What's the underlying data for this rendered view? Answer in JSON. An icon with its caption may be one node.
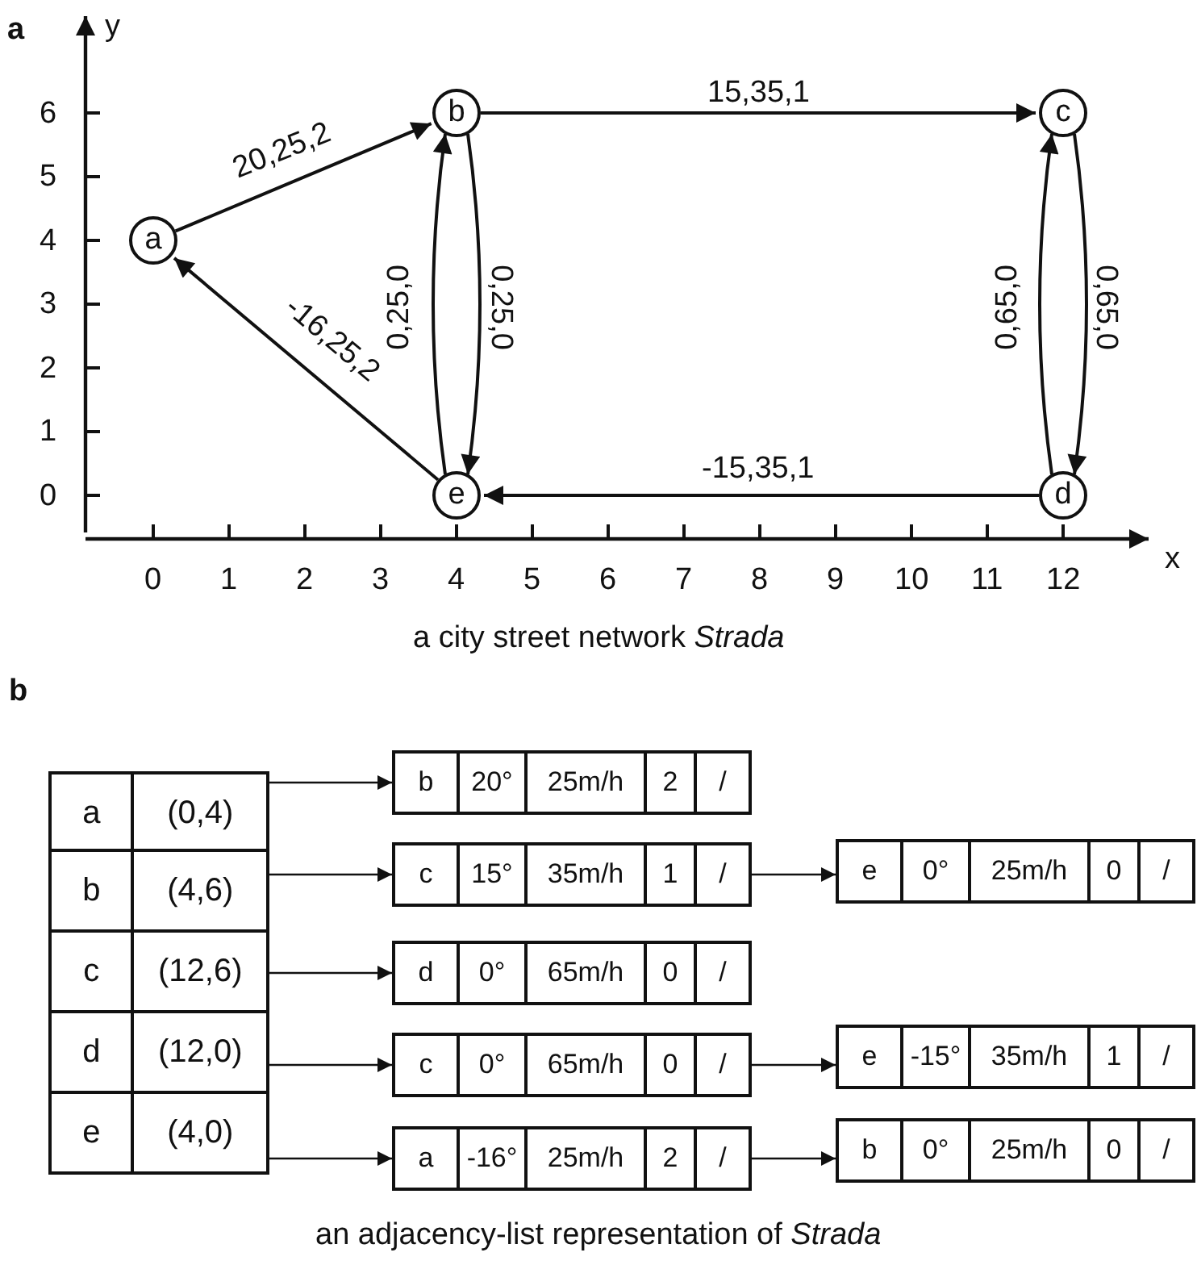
{
  "diagram": {
    "caption": "an adjacency-list representation of *Strada*",
    "nodes": [
      {
        "text": [
          "a"
        ]
      },
      {
        "text": [
          "b"
        ]
      },
      {
        "text": [
          "c"
        ]
      },
      {
        "text": [
          "d"
        ]
      },
      {
        "text": [
          "e"
        ]
      },
      {
        "text": [
          "a",
          "(0,4)"
        ]
      },
      {
        "text": [
          "b",
          "(4,6)"
        ]
      },
      {
        "text": [
          "c",
          "(12,6)"
        ]
      },
      {
        "text": [
          "d",
          "(12,0)"
        ]
      },
      {
        "text": [
          "e",
          "(4,0)"
        ]
      },
      {
        "text": [
          "b",
          "20°",
          "25m/h",
          "2",
          "/"
        ]
      },
      {
        "text": [
          "c",
          "15°",
          "35m/h",
          "1",
          "/"
        ]
      },
      {
        "text": [
          "e",
          "0°",
          "25m/h",
          "0",
          "/"
        ]
      },
      {
        "text": [
          "d",
          "0°",
          "65m/h",
          "0",
          "/"
        ]
      },
      {
        "text": [
          "c",
          "0°",
          "65m/h",
          "0",
          "/"
        ]
      },
      {
        "text": [
          "e",
          "-15°",
          "35m/h",
          "1",
          "/"
        ]
      },
      {
        "text": [
          "a",
          "-16°",
          "25m/h",
          "2",
          "/"
        ]
      },
      {
        "text": [
          "b",
          "0°",
          "25m/h",
          "0",
          "/"
        ]
      }
    ],
    "edges": [
      {
        "from": 0,
        "to": 1,
        "arrow": "to",
        "label": "20,25,2"
      },
      {
        "from": 1,
        "to": 2,
        "arrow": "to",
        "label": "15,35,1"
      },
      {
        "from": 4,
        "to": 1,
        "arrow": "to",
        "label": "0,25,0"
      },
      {
        "from": 1,
        "to": 4,
        "arrow": "to",
        "label": "0,25,0"
      },
      {
        "from": 3,
        "to": 2,
        "arrow": "to",
        "label": "0,65,0"
      },
      {
        "from": 2,
        "to": 3,
        "arrow": "to",
        "label": "0,65,0"
      },
      {
        "from": 3,
        "to": 4,
        "arrow": "to",
        "label": "-15,35,1"
      },
      {
        "from": 4,
        "to": 0,
        "arrow": "to",
        "label": "-16,25,2"
      },
      {
        "from": 5,
        "to": 10,
        "arrow": "to"
      },
      {
        "from": 6,
        "to": 11,
        "arrow": "to"
      },
      {
        "from": 11,
        "to": 12,
        "arrow": "to"
      },
      {
        "from": 7,
        "to": 13,
        "arrow": "to"
      },
      {
        "from": 8,
        "to": 14,
        "arrow": "to"
      },
      {
        "from": 14,
        "to": 15,
        "arrow": "to"
      },
      {
        "from": 9,
        "to": 16,
        "arrow": "to"
      },
      {
        "from": 16,
        "to": 17,
        "arrow": "to"
      }
    ],
    "labels": [
      "a",
      "y",
      "6",
      "5",
      "4",
      "3",
      "2",
      "1",
      "0",
      "x",
      "0",
      "1",
      "2",
      "3",
      "4",
      "5",
      "6",
      "7",
      "8",
      "9",
      "10",
      "11",
      "12",
      "a city street network *Strada*",
      "b"
    ]
  }
}
